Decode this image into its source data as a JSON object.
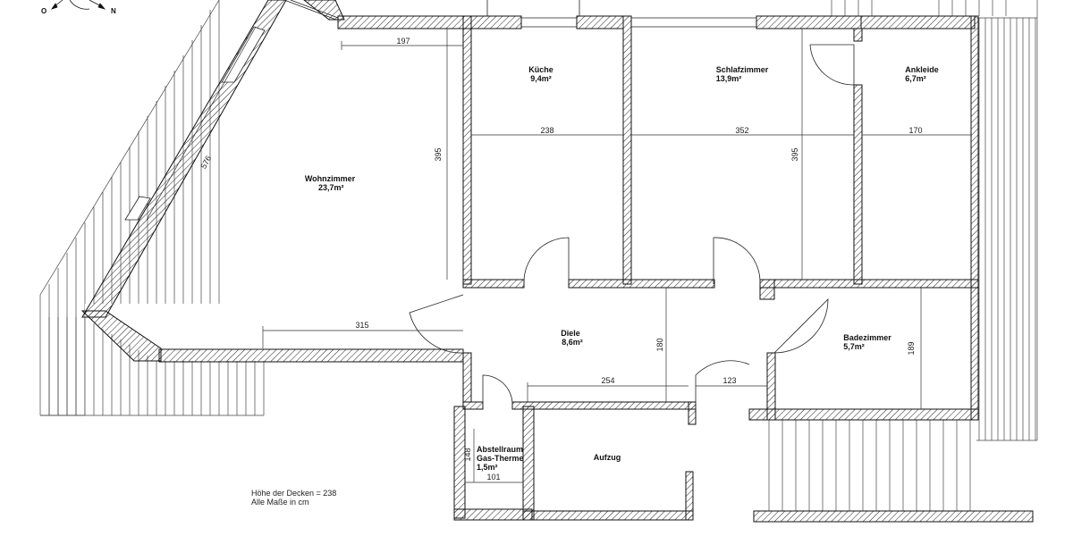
{
  "compass": {
    "west": "O",
    "north": "N"
  },
  "rooms": {
    "wohnzimmer": {
      "name": "Wohnzimmer",
      "area": "23,7m²"
    },
    "kueche": {
      "name": "Küche",
      "area": "9,4m²"
    },
    "schlafzimmer": {
      "name": "Schlafzimmer",
      "area": "13,9m²"
    },
    "ankleide": {
      "name": "Ankleide",
      "area": "6,7m²"
    },
    "diele": {
      "name": "Diele",
      "area": "8,6m²"
    },
    "badezimmer": {
      "name": "Badezimmer",
      "area": "5,7m²"
    },
    "abstellraum": {
      "name1": "Abstellraum",
      "name2": "Gas-Therme",
      "area": "1,5m²"
    },
    "aufzug": {
      "name": "Aufzug"
    }
  },
  "dimensions": {
    "d197": "197",
    "d576": "576",
    "d395a": "395",
    "d238": "238",
    "d352": "352",
    "d395b": "395",
    "d170": "170",
    "d315": "315",
    "d180": "180",
    "d254": "254",
    "d123": "123",
    "d189": "189",
    "d148": "148",
    "d101": "101"
  },
  "notes": {
    "ceiling": "Höhe der Decken = 238",
    "units": "Alle Maße in cm"
  }
}
